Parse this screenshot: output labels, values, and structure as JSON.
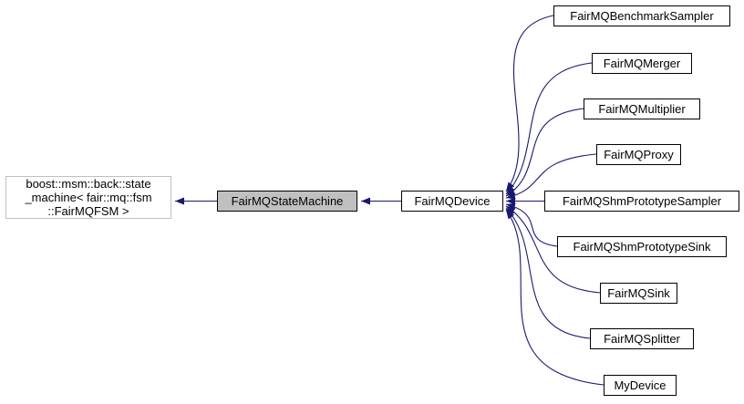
{
  "diagram": {
    "type": "inheritance-graph",
    "external_base": {
      "label": "boost::msm::back::state\n_machine< fair::mq::fsm\n::FairMQFSM >"
    },
    "focus_node": {
      "label": "FairMQStateMachine"
    },
    "middle_node": {
      "label": "FairMQDevice"
    },
    "derived": [
      {
        "label": "FairMQBenchmarkSampler"
      },
      {
        "label": "FairMQMerger"
      },
      {
        "label": "FairMQMultiplier"
      },
      {
        "label": "FairMQProxy"
      },
      {
        "label": "FairMQShmPrototypeSampler"
      },
      {
        "label": "FairMQShmPrototypeSink"
      },
      {
        "label": "FairMQSink"
      },
      {
        "label": "FairMQSplitter"
      },
      {
        "label": "MyDevice"
      }
    ],
    "colors": {
      "edge": "#191970",
      "focus_fill": "#c0c0c0",
      "node_border": "#000000",
      "external_border": "#bfbfbf",
      "background": "#ffffff"
    }
  }
}
